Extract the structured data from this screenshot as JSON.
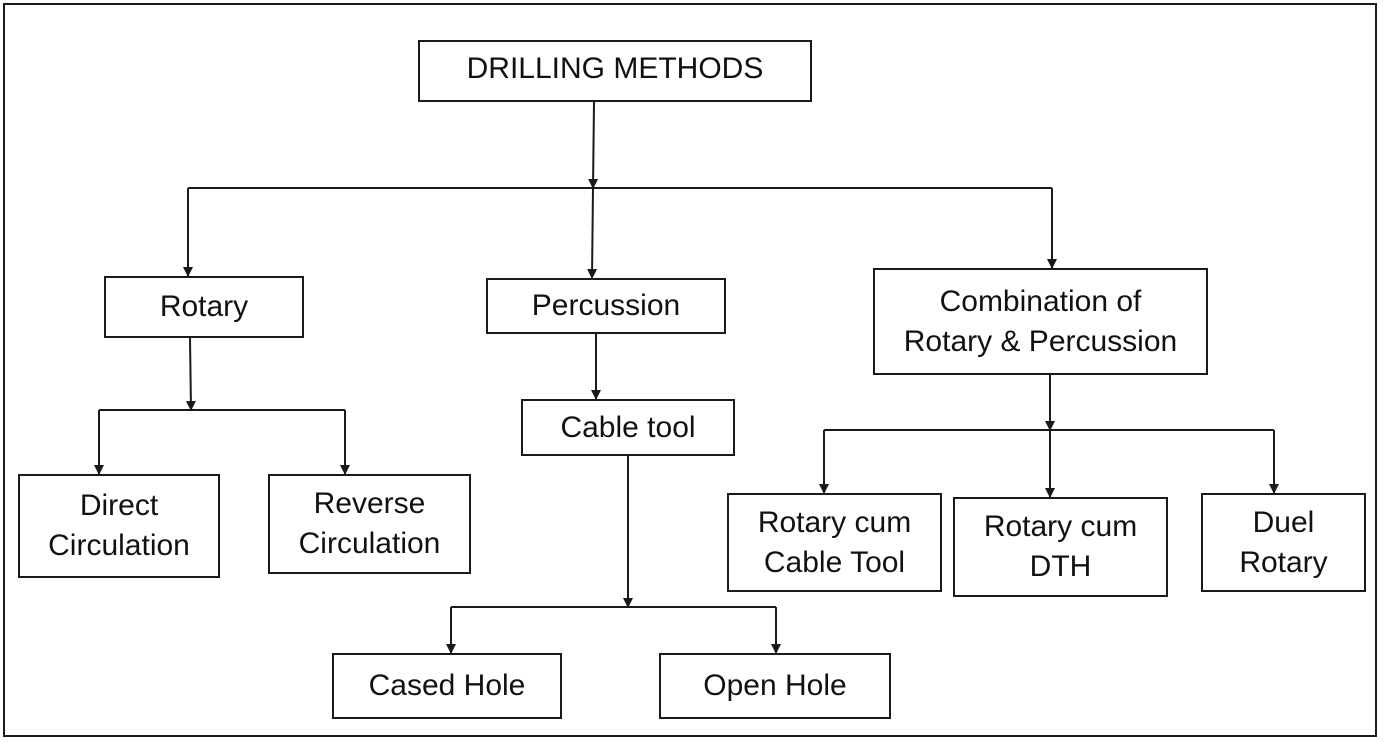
{
  "diagram": {
    "root": "DRILLING METHODS",
    "rotary": {
      "label": "Rotary",
      "children": [
        "Direct\nCirculation",
        "Reverse\nCirculation"
      ]
    },
    "percussion": {
      "label": "Percussion",
      "cable_tool": {
        "label": "Cable tool",
        "children": [
          "Cased Hole",
          "Open Hole"
        ]
      }
    },
    "combination": {
      "label": "Combination of\nRotary & Percussion",
      "children": [
        "Rotary cum\nCable Tool",
        "Rotary cum\nDTH",
        "Duel\nRotary"
      ]
    }
  },
  "colors": {
    "line": "#1a1a1a",
    "box_border": "#1a1a1a",
    "background": "#ffffff",
    "text": "#111111"
  }
}
